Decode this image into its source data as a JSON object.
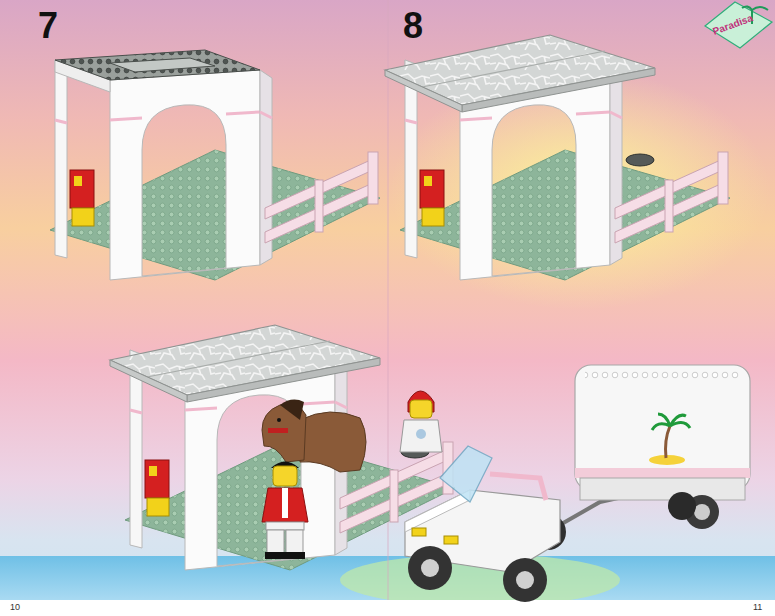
{
  "diagram": {
    "labels": [
      "7",
      "8",
      "Paradisa",
      "10",
      "11"
    ]
  }
}
